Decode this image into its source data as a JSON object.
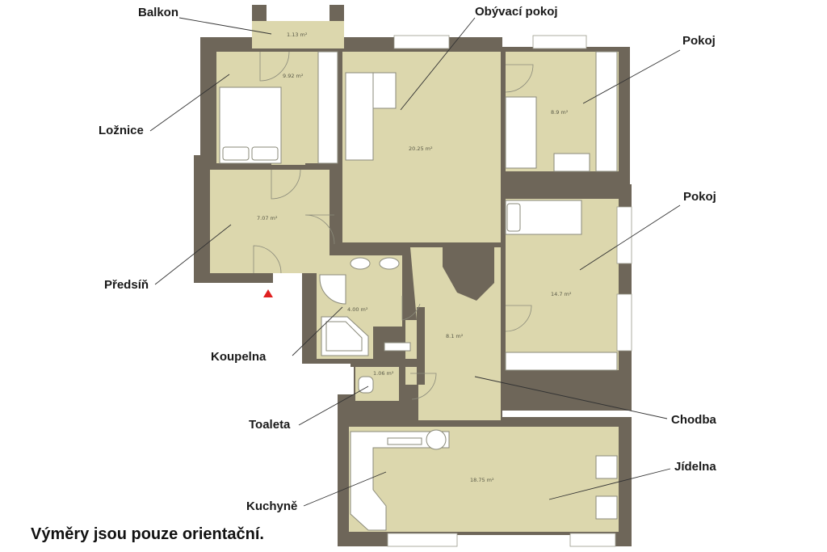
{
  "labels": {
    "balkon": "Balkon",
    "obyvaci_pokoj": "Obývací pokoj",
    "pokoj_1": "Pokoj",
    "loznice": "Ložnice",
    "pokoj_2": "Pokoj",
    "predsin": "Předsíň",
    "koupelna": "Koupelna",
    "chodba": "Chodba",
    "toaleta": "Toaleta",
    "jidelna": "Jídelna",
    "kuchyne": "Kuchyně"
  },
  "areas": {
    "balkon": "1.13 m²",
    "loznice": "9.92 m²",
    "obyvaci_pokoj": "20.25 m²",
    "pokoj_1": "8.9 m²",
    "predsin": "7.07 m²",
    "pokoj_2": "14.7 m²",
    "koupelna": "4.00 m²",
    "chodba": "8.1 m²",
    "toaleta": "1.06 m²",
    "kuchyne": "18.75 m²"
  },
  "note": "Výměry jsou pouze orientační.",
  "colors": {
    "wall": "#6e6659",
    "floor": "#dcd7ad",
    "entrance_marker": "#e02020"
  }
}
